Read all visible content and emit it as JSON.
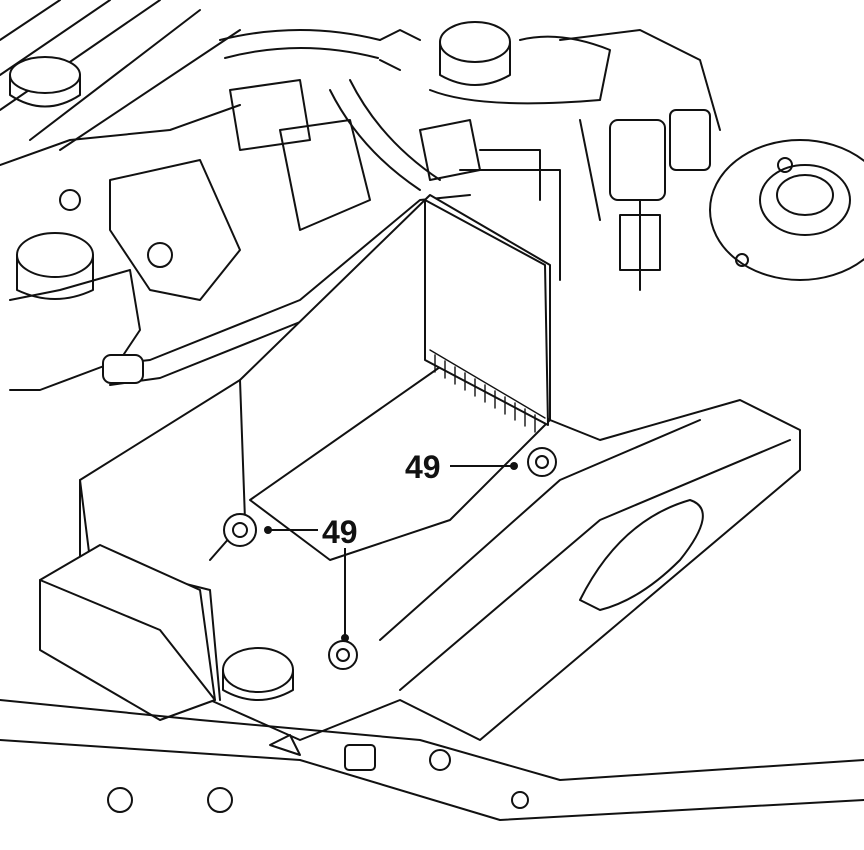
{
  "callouts": [
    {
      "id": "49a",
      "label": "49"
    },
    {
      "id": "49b",
      "label": "49"
    }
  ],
  "colors": {
    "line": "#111111",
    "background": "#ffffff"
  }
}
